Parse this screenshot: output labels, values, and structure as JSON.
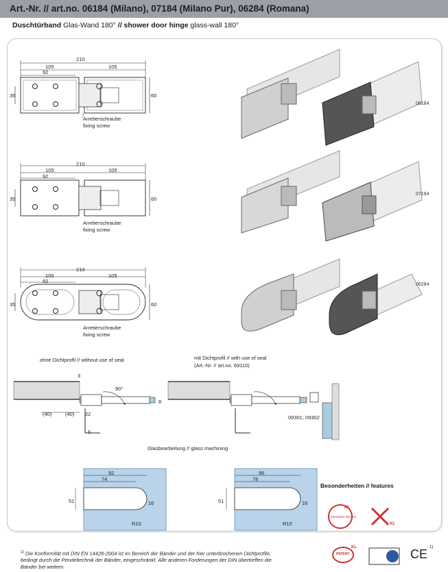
{
  "header": {
    "title": "Art.-Nr. // art.no. 06184 (Milano), 07184 (Milano Pur), 06284 (Romana)"
  },
  "subtitle": {
    "bold1": "Duschtürband",
    "text1": " Glas-Wand 180° ",
    "bold2": "// shower door hinge",
    "text2": " glass-wall 180°"
  },
  "drawings": [
    {
      "code": "06184",
      "dim_total": "210",
      "dim_half_left": "105",
      "dim_half_right": "105",
      "dim_92": "92",
      "dim_35": "35",
      "dim_60": "60",
      "screw_de": "Arretierschraube",
      "screw_en": "fixing screw"
    },
    {
      "code": "07184",
      "dim_total": "210",
      "dim_half_left": "105",
      "dim_half_right": "105",
      "dim_92": "92",
      "dim_35": "35",
      "dim_60": "60",
      "screw_de": "Arretierschraube",
      "screw_en": "fixing screw"
    },
    {
      "code": "06284",
      "dim_total": "210",
      "dim_half_left": "105",
      "dim_half_right": "105",
      "dim_92": "92",
      "dim_35": "35",
      "dim_60": "60",
      "screw_de": "Arretierschraube",
      "screw_en": "fixing screw"
    }
  ],
  "sections": {
    "without_seal": "ohne Dichtprofil  //  without use of seal",
    "with_seal": "mit Dichtprofil  // with use of seal",
    "with_seal_art": "(Art.-Nr. // art.no. 69110)",
    "dim_3": "3",
    "angle": "90°",
    "dim_8": "8",
    "dim_40a": "(40)",
    "dim_40b": "(40)",
    "dim_22": "22",
    "dim_6": "6",
    "art_right": "09301; 09302"
  },
  "machining": {
    "title": "Glasbearbeitung // glass machining",
    "left": {
      "d1": "92",
      "d2": "74",
      "h": "51",
      "r": "16",
      "radius": "R10"
    },
    "right": {
      "d1": "96",
      "d2": "78",
      "h": "51",
      "r": "16",
      "radius": "R10"
    }
  },
  "features": {
    "title": "Besonderheiten // features",
    "badge1": "KL",
    "badge1_text": "MESSING BRASS",
    "badge2": "KL",
    "patent": "PATENT",
    "patent_kl": "KL",
    "ce": "CE",
    "ce_sup": "1)"
  },
  "footnote": {
    "marker": "1)",
    "text": "Die Konformität mit DIN EN 14428-2004 ist im Bereich der Bänder und der hier unterbrochenen Dichtprofile, bedingt durch die Pendeltechnik der Bänder, eingeschränkt. Alle anderen Forderungen der DIN übertreffen die Bänder bei weitem."
  }
}
